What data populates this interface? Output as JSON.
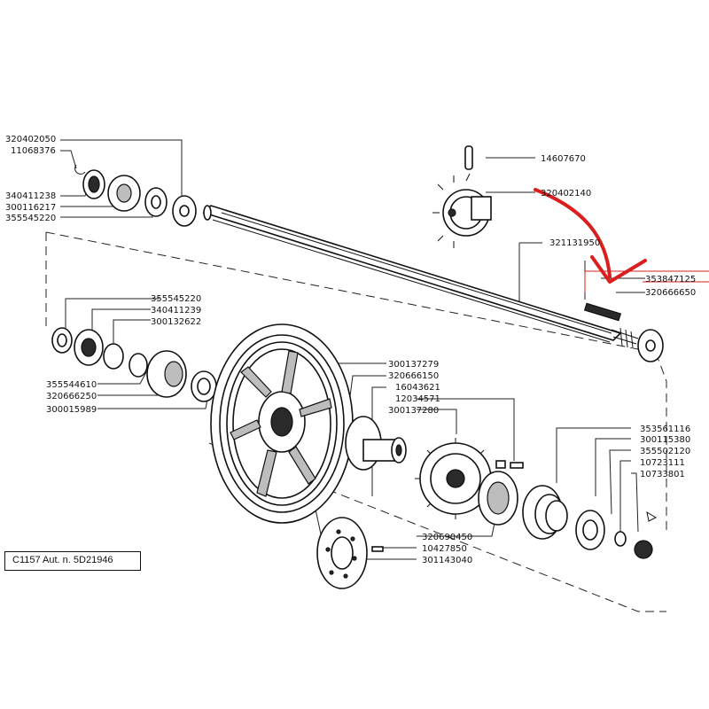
{
  "caption": "C1157 Aut. n. 5D21946",
  "annotation_color": "#d9201e",
  "labels": {
    "shaft_group": [
      "320402050",
      "11068376",
      "340411238",
      "300116217",
      "355545220"
    ],
    "sprocket_top": [
      "14607670",
      "320402140"
    ],
    "shaft": [
      "321131950"
    ],
    "key_group": [
      "353847125",
      "320666650"
    ],
    "pulley_left": [
      "355545220",
      "340411239",
      "300132622",
      "355544610",
      "320666250",
      "300015989"
    ],
    "pulley_center": [
      "300137279",
      "320666150",
      "16043621",
      "12034571",
      "300137280"
    ],
    "right_group": [
      "353561116",
      "300115380",
      "355502120",
      "10723111",
      "10733801"
    ],
    "bottom_group": [
      "320690450",
      "10427850",
      "301143040"
    ]
  }
}
